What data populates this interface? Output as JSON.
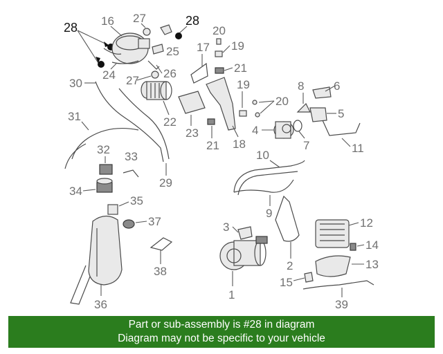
{
  "callouts": {
    "c28a": "28",
    "c28b": "28",
    "c16": "16",
    "c27a": "27",
    "c25": "25",
    "c24": "24",
    "c27b": "27",
    "c26": "26",
    "c20a": "20",
    "c19a": "19",
    "c21a": "21",
    "c17": "17",
    "c30": "30",
    "c22": "22",
    "c23": "23",
    "c21b": "21",
    "c18": "18",
    "c19b": "19",
    "c20b": "20",
    "c8": "8",
    "c6": "6",
    "c5": "5",
    "c4": "4",
    "c7": "7",
    "c11": "11",
    "c31": "31",
    "c32": "32",
    "c33": "33",
    "c29": "29",
    "c10": "10",
    "c34": "34",
    "c35": "35",
    "c37": "37",
    "c9": "9",
    "c12": "12",
    "c3": "3",
    "c14": "14",
    "c38": "38",
    "c2": "2",
    "c13": "13",
    "c15": "15",
    "c36": "36",
    "c1": "1",
    "c39": "39"
  },
  "banner": {
    "line1": "Part or sub-assembly is #28 in diagram",
    "line2": "Diagram may not be specific to your vehicle"
  },
  "colors": {
    "banner_bg": "#2b7d1e",
    "callout_gray": "#707070",
    "highlight": "#111111"
  }
}
